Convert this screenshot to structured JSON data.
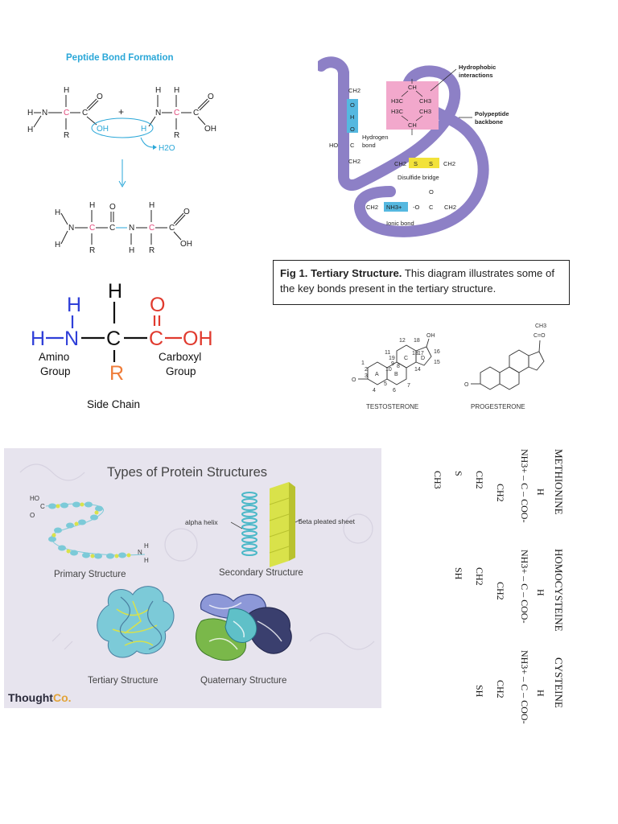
{
  "peptide": {
    "title": "Peptide Bond Formation",
    "h": "H",
    "n": "N",
    "c": "C",
    "o": "O",
    "r": "R",
    "oh": "OH",
    "plus": "+",
    "water": "H2O"
  },
  "amino_acid": {
    "h": "H",
    "n": "N",
    "c": "C",
    "o": "O",
    "oh": "OH",
    "r": "R",
    "amino_label_1": "Amino",
    "amino_label_2": "Group",
    "carboxyl_label_1": "Carboxyl",
    "carboxyl_label_2": "Group",
    "side_chain_label": "Side Chain"
  },
  "tertiary": {
    "hydrophobic_label_1": "Hydrophobic",
    "hydrophobic_label_2": "interactions",
    "backbone_label_1": "Polypeptide",
    "backbone_label_2": "backbone",
    "hydrogen_label_1": "Hydrogen",
    "hydrogen_label_2": "bond",
    "disulfide_label": "Disulfide bridge",
    "ionic_label": "Ionic bond",
    "ch": "CH",
    "ch2": "CH2",
    "h3c": "H3C",
    "ch3": "CH3",
    "s": "S",
    "o": "O",
    "h": "H",
    "c": "C",
    "ho": "HO",
    "nh3": "NH3+",
    "o_minus": "-O"
  },
  "caption": {
    "bold": "Fig 1. Tertiary Structure.",
    "text": " This diagram illustrates some of the key bonds present in the tertiary structure."
  },
  "steroids": {
    "testosterone": "TESTOSTERONE",
    "progesterone": "PROGESTERONE",
    "oh": "OH",
    "o": "O",
    "ring_a": "A",
    "ring_b": "B",
    "ring_c": "C",
    "ring_d": "D",
    "numbers": [
      "1",
      "2",
      "3",
      "4",
      "5",
      "6",
      "7",
      "8",
      "9",
      "10",
      "11",
      "12",
      "13",
      "14",
      "15",
      "16",
      "17",
      "18",
      "19"
    ],
    "ch3": "CH3",
    "c_eq_o": "C=O"
  },
  "protein_types": {
    "title": "Types of Protein Structures",
    "primary": "Primary Structure",
    "secondary": "Secondary Structure",
    "tertiary": "Tertiary Structure",
    "quaternary": "Quaternary Structure",
    "alpha_helix": "alpha helix",
    "beta_sheet": "beta pleated sheet",
    "ho": "HO",
    "c": "C",
    "o": "O",
    "n": "N",
    "h": "H",
    "brand_1": "Thought",
    "brand_2": "Co."
  },
  "sulfur_aa": {
    "methionine": "METHIONINE",
    "homocysteine": "HOMOCYSTEINE",
    "cysteine": "CYSTEINE",
    "h": "H",
    "backbone": "NH3+ – C – COO-",
    "ch2": "CH2",
    "s": "S",
    "ch3": "CH3",
    "sh": "SH"
  },
  "colors": {
    "peptide_title": "#2aa7d8",
    "carbon_pink": "#e0487a",
    "amino_blue": "#2f3fd8",
    "carboxyl_red": "#e03a2e",
    "side_orange": "#ef7d3a",
    "backbone_purple": "#8d80c6",
    "hydrophobic_pink": "#f2a8cc",
    "hbond_blue": "#55b8e0",
    "disulfide_yellow": "#f2e23a",
    "protein_bg": "#e7e4ee"
  }
}
